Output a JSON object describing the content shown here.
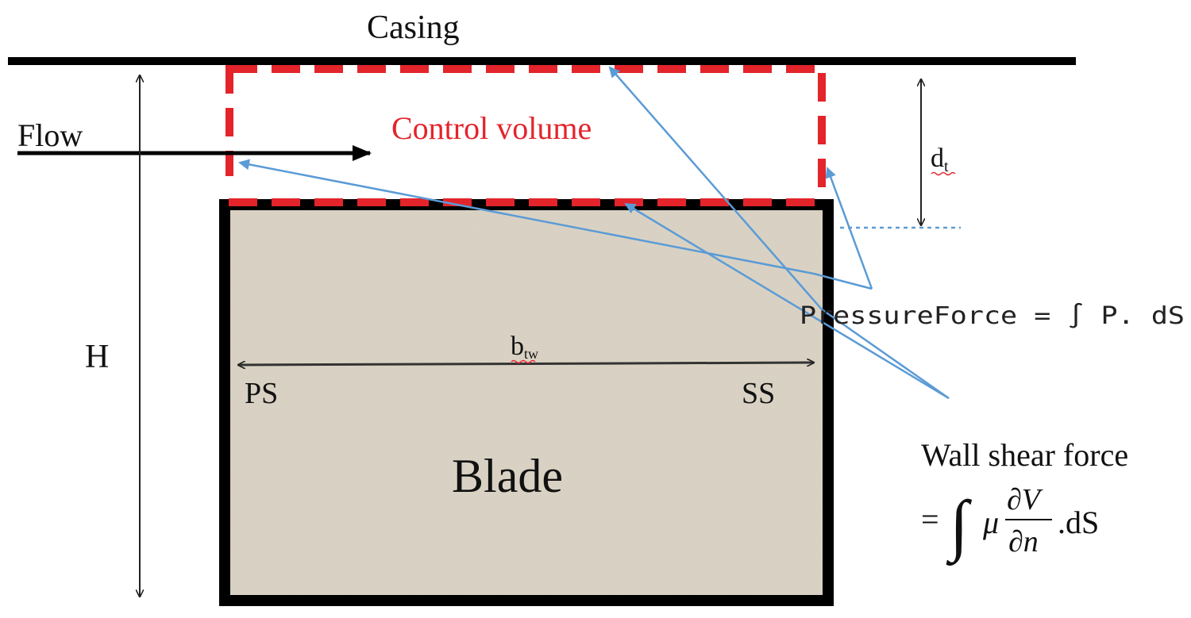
{
  "labels": {
    "casing": "Casing",
    "flow": "Flow",
    "control_volume": "Control volume",
    "dt_main": "d",
    "dt_sub": "t",
    "H": "H",
    "btw_main": "b",
    "btw_sub": "tw",
    "ps": "PS",
    "ss": "SS",
    "blade": "Blade",
    "pressure_force": "PressureForce = ∫ P. dS",
    "wall_shear_line1": "Wall shear force",
    "eq_sign": "=",
    "integral": "∫",
    "mu": "μ",
    "dV": "∂V",
    "dn": "∂n",
    "dS": ".dS"
  },
  "colors": {
    "casing": "#000000",
    "control_volume": "#e3242b",
    "blade_fill": "#ddd6c8",
    "blade_border": "#000000",
    "leader_lines": "#5b9bd5",
    "dotted_line": "#5b9bd5",
    "text": "#111111"
  },
  "icons": {
    "flow_arrow": "right-arrow",
    "dimension_arrows": "double-headed-arrow"
  }
}
